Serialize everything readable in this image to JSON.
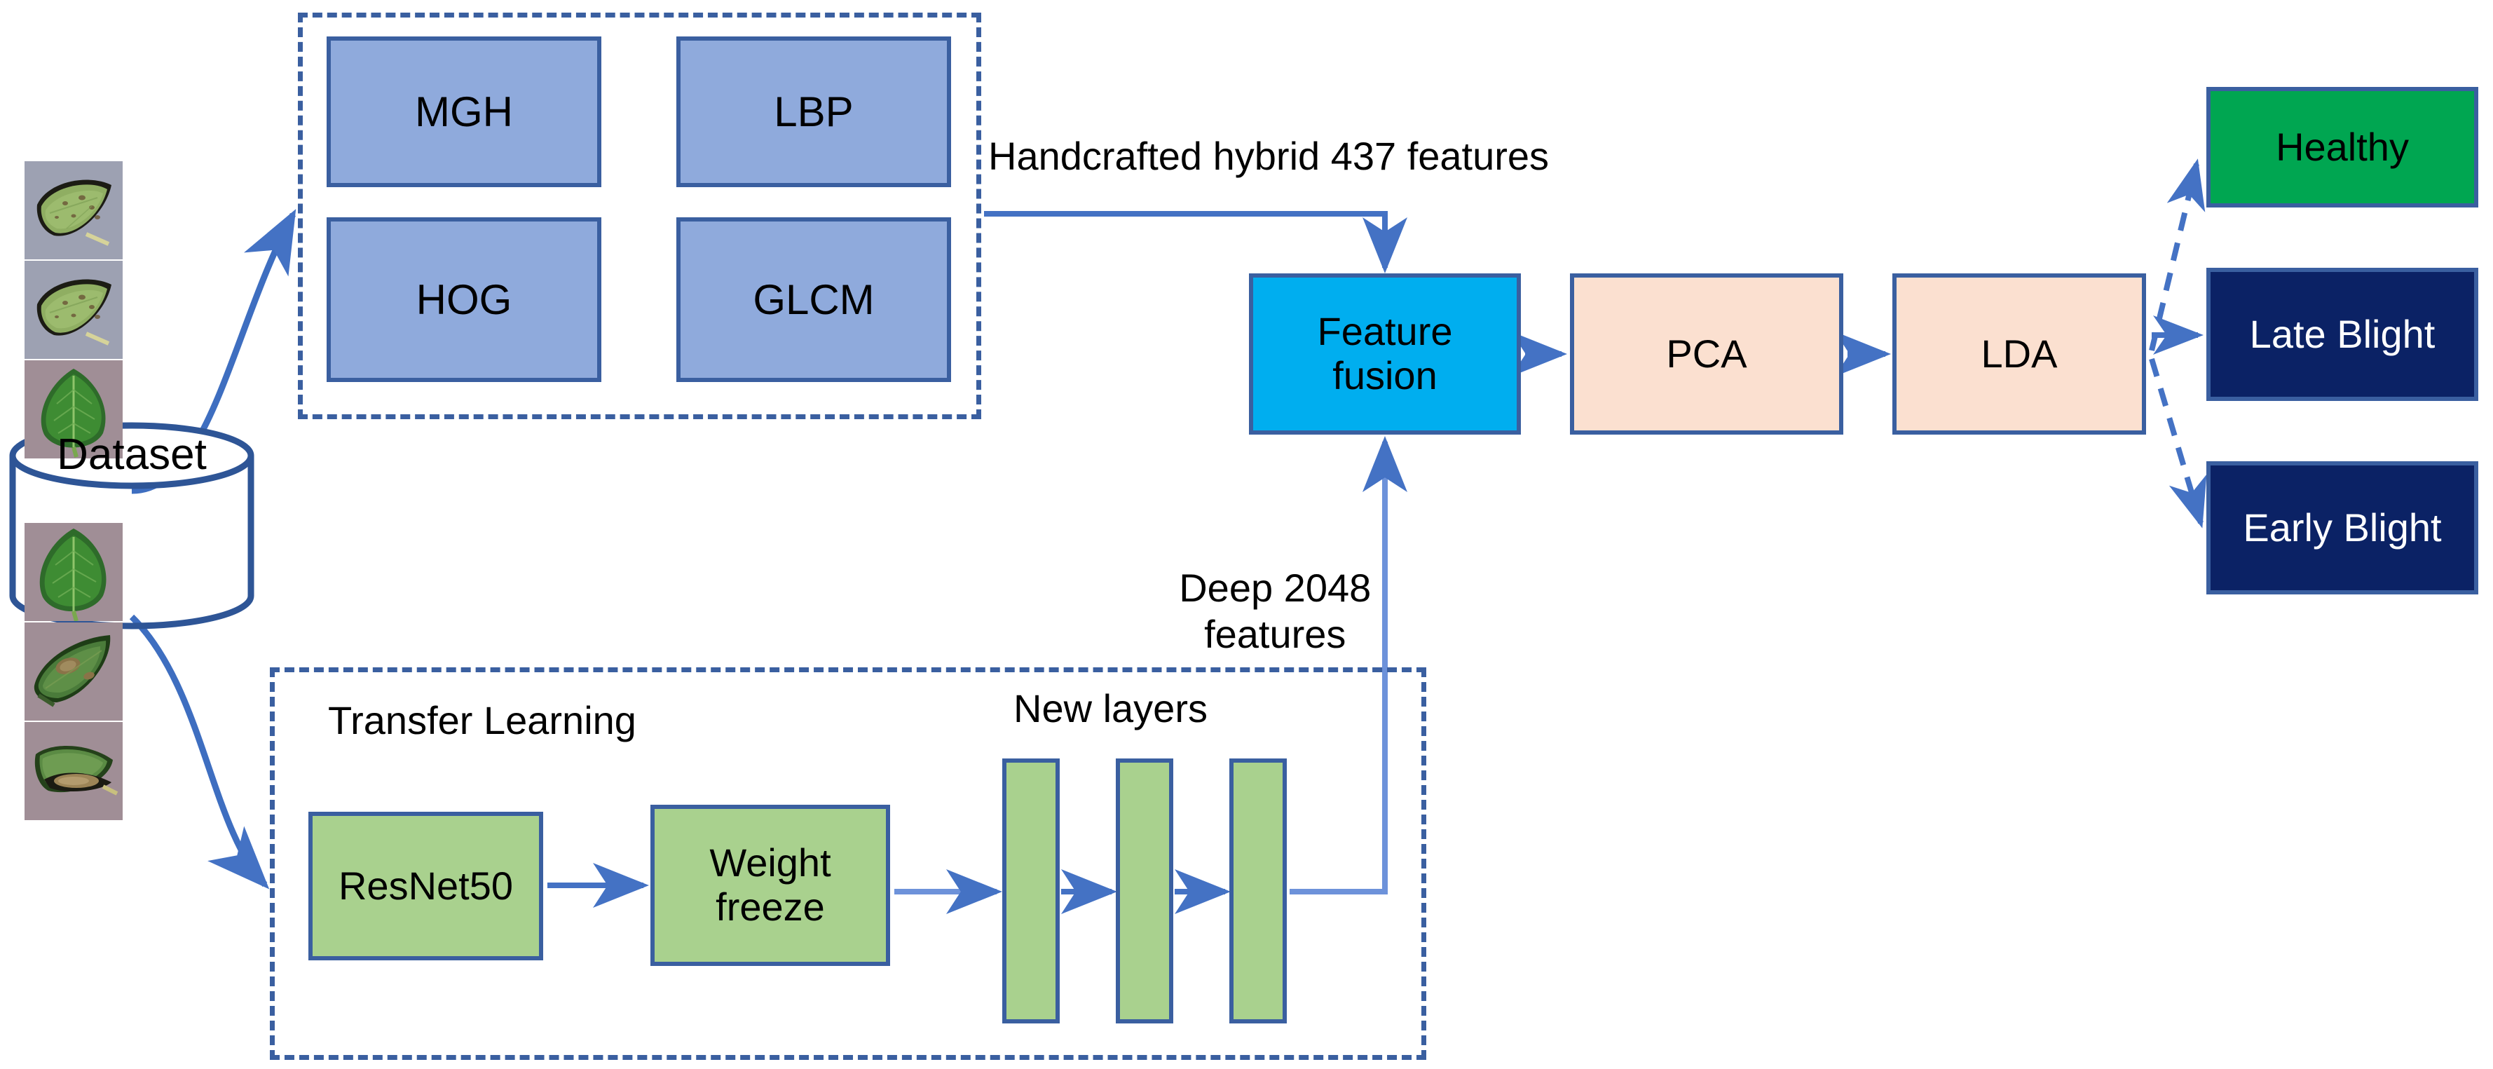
{
  "diagram": {
    "title": "Hybrid handcrafted + deep feature potato leaf disease classification pipeline",
    "accent_border": "#3A5FA0",
    "arrow_color": "#4472C4"
  },
  "dataset": {
    "label": "Dataset",
    "icon": "database-cylinder-icon",
    "samples": [
      {
        "name": "leaf-sample-1",
        "condition": "early-blight",
        "bg": "#9FA3B4"
      },
      {
        "name": "leaf-sample-2",
        "condition": "early-blight",
        "bg": "#9FA3B4"
      },
      {
        "name": "leaf-sample-3",
        "condition": "healthy",
        "bg": "#A08E96"
      },
      {
        "name": "leaf-sample-4",
        "condition": "healthy",
        "bg": "#A08E96"
      },
      {
        "name": "leaf-sample-5",
        "condition": "late-blight",
        "bg": "#A08E96"
      },
      {
        "name": "leaf-sample-6",
        "condition": "late-blight",
        "bg": "#A08E96"
      }
    ]
  },
  "handcrafted_group": {
    "name": "handcrafted-feature-group",
    "color": "#8FAADC",
    "boxes": [
      {
        "label": "MGH"
      },
      {
        "label": "LBP"
      },
      {
        "label": "HOG"
      },
      {
        "label": "GLCM"
      }
    ],
    "output_label": "Handcrafted hybrid 437 features",
    "feature_count": 437
  },
  "transfer_learning_group": {
    "name": "transfer-learning-group",
    "group_label": "Transfer Learning",
    "new_layers_label": "New layers",
    "color": "#A9D18E",
    "boxes": [
      {
        "label": "ResNet50"
      },
      {
        "label": "Weight\nfreeze",
        "line1": "Weight",
        "line2": "freeze"
      }
    ],
    "new_layers": [
      {
        "label": ""
      },
      {
        "label": ""
      },
      {
        "label": ""
      }
    ],
    "output_label_line1": "Deep 2048",
    "output_label_line2": "features",
    "feature_count": 2048
  },
  "pipeline": {
    "fusion": {
      "line1": "Feature",
      "line2": "fusion",
      "color": "#00AEEF"
    },
    "pca": {
      "label": "PCA",
      "color": "#FBE0D0"
    },
    "lda": {
      "label": "LDA",
      "color": "#FBE0D0"
    }
  },
  "classes": [
    {
      "label": "Healthy",
      "color": "#00A651",
      "text_color": "#000000"
    },
    {
      "label": "Late Blight",
      "color": "#0B2265",
      "text_color": "#FFFFFF"
    },
    {
      "label": "Early Blight",
      "color": "#0B2265",
      "text_color": "#FFFFFF"
    }
  ]
}
